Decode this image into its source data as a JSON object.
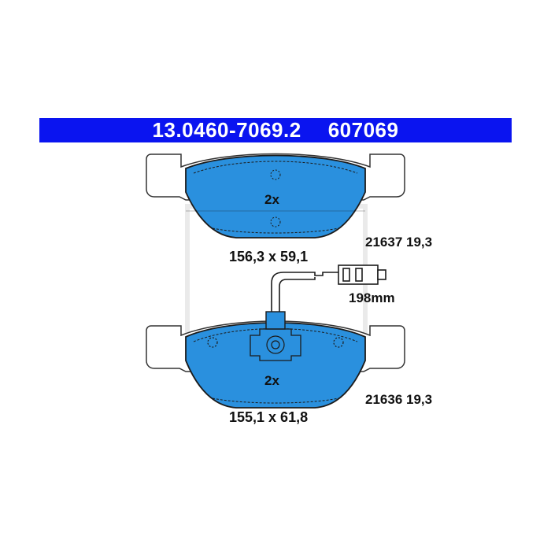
{
  "header": {
    "part_number": "13.0460-7069.2",
    "short_number": "607069"
  },
  "colors": {
    "header_bg": "#0a14f0",
    "pad_fill": "#2a90de",
    "plate_outline": "#333333"
  },
  "upper_pad": {
    "quantity": "2x",
    "dimensions": "156,3 x 59,1",
    "reference": "21637 19,3"
  },
  "wear_sensor": {
    "length": "198mm"
  },
  "lower_pad": {
    "quantity": "2x",
    "dimensions": "155,1 x 61,8",
    "reference": "21636 19,3"
  }
}
